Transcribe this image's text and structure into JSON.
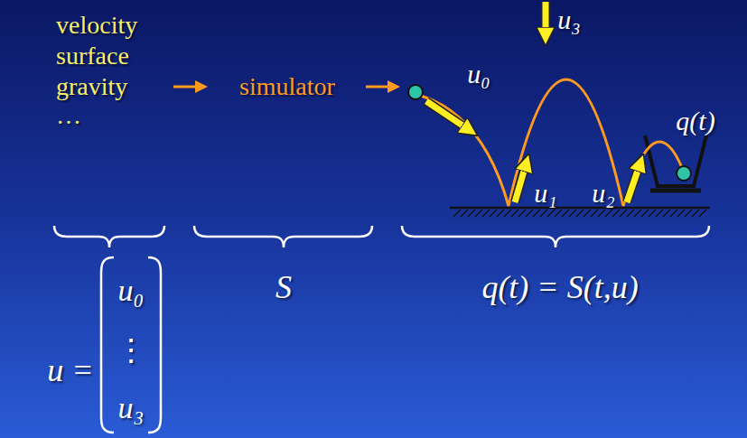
{
  "diagram": {
    "labels": [
      "velocity",
      "surface",
      "gravity",
      "…",
      "simulator",
      "u₃",
      "u₀",
      "q(t)",
      "u₁",
      "u₂",
      "u =",
      "u₀",
      "⋮",
      "u₃",
      "S",
      "q(t) = S(t,u)"
    ]
  }
}
